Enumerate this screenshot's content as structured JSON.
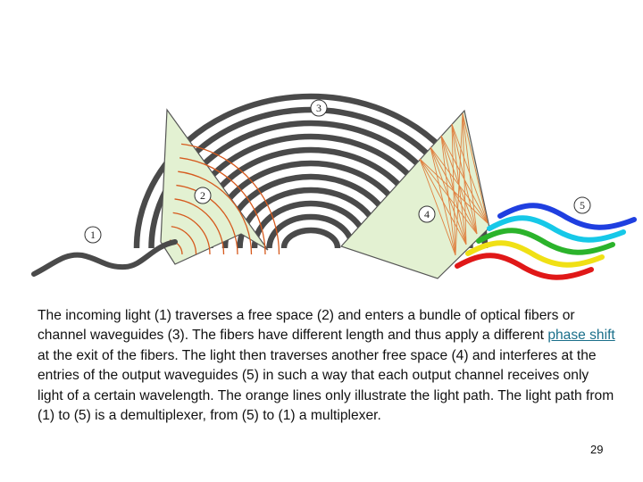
{
  "diagram": {
    "markers": [
      "1",
      "2",
      "3",
      "4",
      "5"
    ],
    "colors": {
      "region_fill": "#e3f1d2",
      "region_stroke": "#555555",
      "waveguide": "#4a4a4a",
      "wavefront": "#d65a1e",
      "light_path": "#e08040",
      "output_channels": [
        "#1f3fe0",
        "#16c8e8",
        "#2bb32b",
        "#f0e015",
        "#e01818"
      ]
    }
  },
  "caption": {
    "part1": "The incoming light ",
    "m1": "(1)",
    "part2": " traverses a free space ",
    "m2": "(2)",
    "part3": " and enters a bundle of optical fibers or channel waveguides ",
    "m3": "(3)",
    "part4": ". The fibers have different length and thus apply a different ",
    "link": "phase shift",
    "part5": " at the exit of the fibers. The light then traverses another free space ",
    "m4": "(4)",
    "part6": " and interferes at the entries of the output waveguides ",
    "m5": "(5)",
    "part7": " in such a way that each output channel receives only light of a certain wavelength. The orange lines only illustrate the light path. The light path from ",
    "m6": "(1)",
    "part8": " to ",
    "m7": "(5)",
    "part9": " is a demultiplexer, from ",
    "m8": "(5)",
    "part10": " to ",
    "m9": "(1)",
    "part11": " a multiplexer."
  },
  "page_number": "29"
}
